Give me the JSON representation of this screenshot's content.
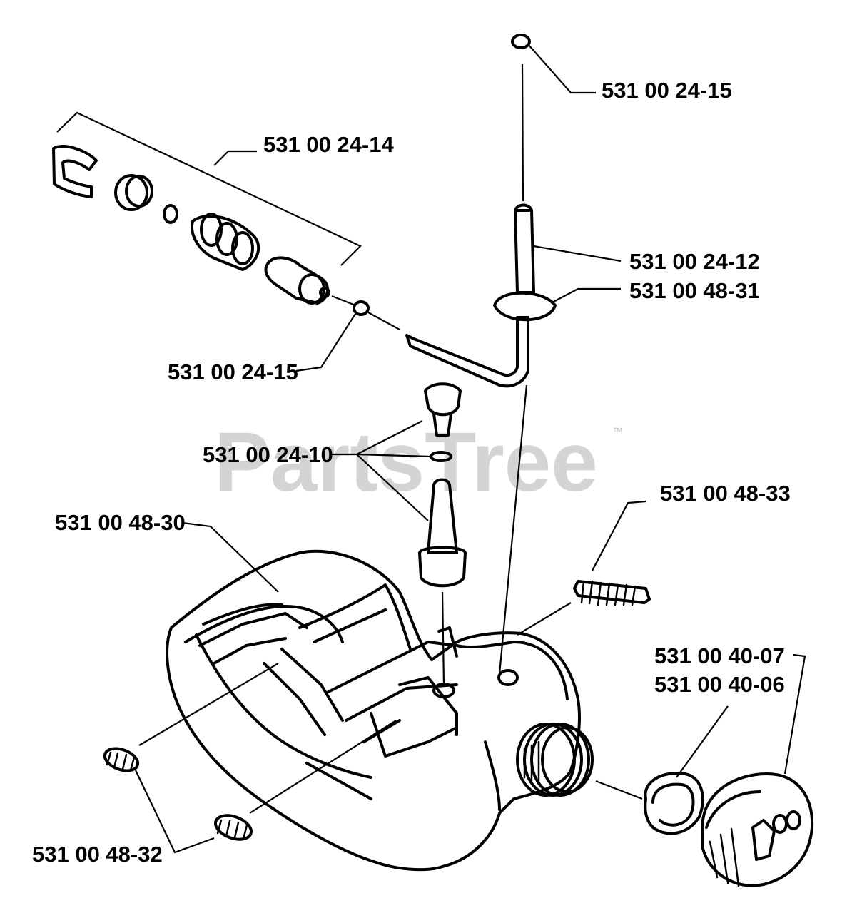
{
  "watermark": {
    "text": "PartsTree",
    "tm": "™"
  },
  "parts": [
    {
      "id": "top-clip",
      "label": "531 00 24-15"
    },
    {
      "id": "filter-assembly",
      "label": "531 00 24-14"
    },
    {
      "id": "pickup-tube",
      "label": "531 00 24-12"
    },
    {
      "id": "grommet",
      "label": "531 00 48-31"
    },
    {
      "id": "tube-clip",
      "label": "531 00 24-15"
    },
    {
      "id": "vent-valve",
      "label": "531 00 24-10"
    },
    {
      "id": "tank-body",
      "label": "531 00 48-30"
    },
    {
      "id": "mount-spring",
      "label": "531 00 48-33"
    },
    {
      "id": "cap-gasket",
      "label": "531 00 40-07"
    },
    {
      "id": "fuel-cap",
      "label": "531 00 40-06"
    },
    {
      "id": "rubber-buffers",
      "label": "531 00 48-32"
    }
  ]
}
